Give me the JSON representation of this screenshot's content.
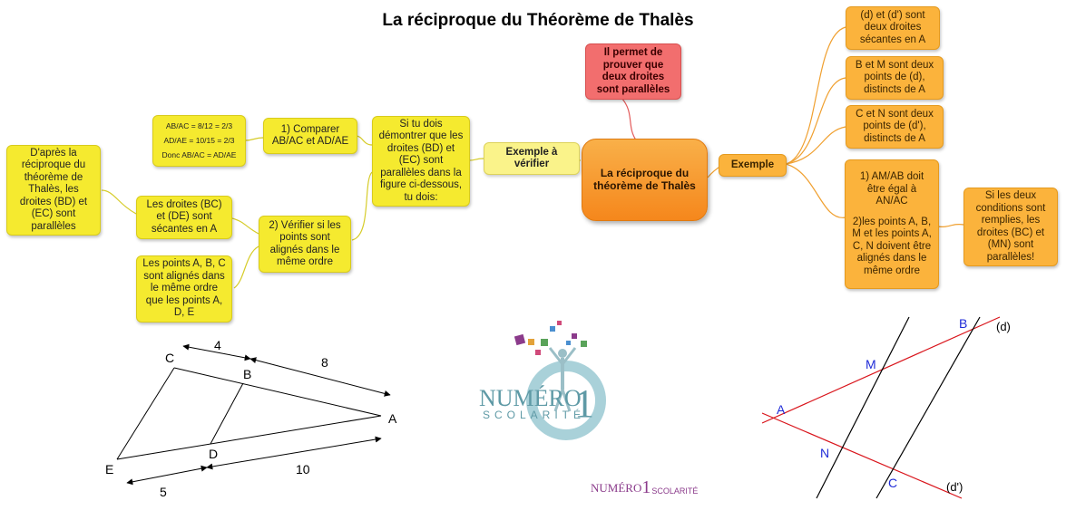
{
  "title": "La réciproque du Théorème de Thalès",
  "central": "La réciproque du théorème de Thalès",
  "purpose": "Il permet de prouver que deux droites sont parallèles",
  "example_label": "Exemple",
  "example_conditions": [
    "(d) et (d') sont deux droites sécantes en A",
    "B et M sont deux points de (d), distincts de A",
    "C et N sont deux points de (d'), distincts de A"
  ],
  "example_requirements": {
    "line1": "1) AM/AB doit être égal à AN/AC",
    "line2": "2)les points A, B, M et les points A, C, N doivent être alignés dans le même ordre"
  },
  "example_result": "Si les deux conditions sont remplies, les droites (BC) et (MN) sont parallèles!",
  "verify_label": "Exemple à vérifier",
  "verify_intro": "Si tu dois démontrer que les droites (BD) et (EC) sont parallèles dans la figure ci-dessous, tu dois:",
  "step1": "1) Comparer AB/AC et AD/AE",
  "step1_calcs": [
    "AB/AC = 8/12 = 2/3",
    "AD/AE = 10/15 = 2/3",
    "Donc AB/AC = AD/AE"
  ],
  "step2": "2) Vérifier si les points sont alignés dans le même ordre",
  "step2_a": "Les droites (BC) et (DE) sont sécantes en A",
  "step2_b": "Les points A, B, C sont alignés dans le même ordre que les points A, D, E",
  "conclusion": "D'après la réciproque du théorème de Thalès, les droites (BD) et (EC) sont parallèles",
  "figure1": {
    "points": {
      "A": "A",
      "B": "B",
      "C": "C",
      "D": "D",
      "E": "E"
    },
    "lengths": {
      "CB": "4",
      "BA": "8",
      "ED": "5",
      "DA": "10"
    }
  },
  "figure2": {
    "points": {
      "A": "A",
      "B": "B",
      "C": "C",
      "M": "M",
      "N": "N"
    },
    "lines": {
      "d": "(d)",
      "d_prime": "(d')"
    }
  },
  "logo": {
    "main": "NUMÉRO",
    "digit": "1",
    "sub": "SCOLARITÉ",
    "small_main": "NUMÉRO",
    "small_sub": "SCOLARITÉ"
  },
  "colors": {
    "yellow": "#f5ea2f",
    "orange": "#fbb33c",
    "red": "#f26e6e",
    "figure_red": "#d9141b",
    "label_blue": "#1f2bd8",
    "logo_teal": "#5f9aa6",
    "logo_purple": "#8b3b8b"
  }
}
